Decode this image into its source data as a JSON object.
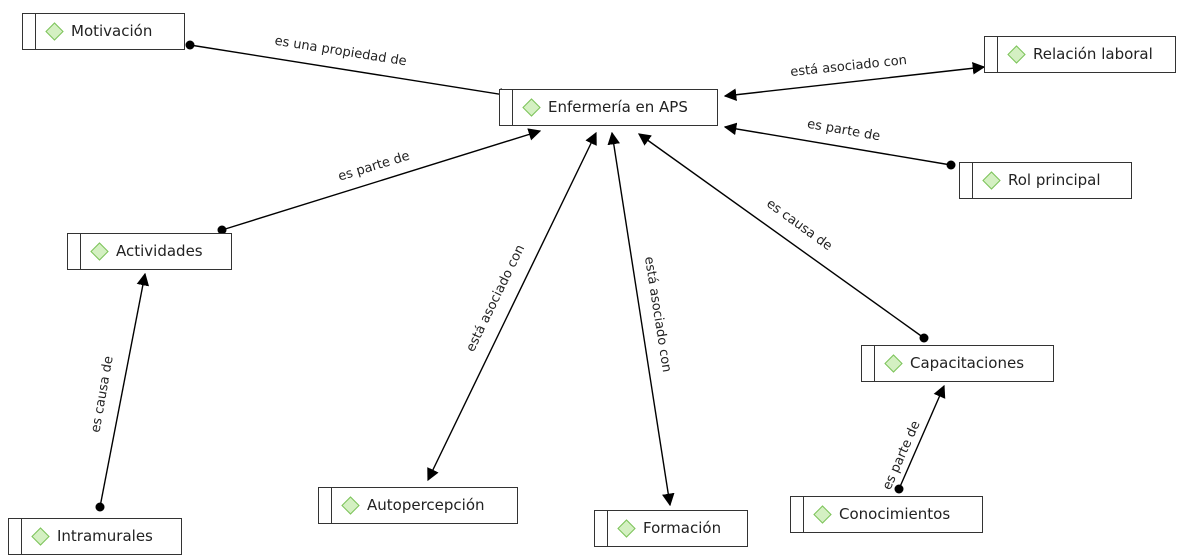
{
  "concepts": [
    {
      "key": "motivacion",
      "label": "Motivación"
    },
    {
      "key": "enfermeria",
      "label": "Enfermería en APS"
    },
    {
      "key": "relacion",
      "label": "Relación laboral"
    },
    {
      "key": "rol",
      "label": "Rol principal"
    },
    {
      "key": "actividades",
      "label": "Actividades"
    },
    {
      "key": "capacitaciones",
      "label": "Capacitaciones"
    },
    {
      "key": "autopercepcion",
      "label": "Autopercepción"
    },
    {
      "key": "formacion",
      "label": "Formación"
    },
    {
      "key": "conocimientos",
      "label": "Conocimientos"
    },
    {
      "key": "intramurales",
      "label": "Intramurales"
    }
  ],
  "relations": [
    {
      "label": "es una propiedad de"
    },
    {
      "label": "está asociado con"
    },
    {
      "label": "es parte de"
    },
    {
      "label": "es parte de"
    },
    {
      "label": "es causa de"
    },
    {
      "label": "está asociado con"
    },
    {
      "label": "está asociado con"
    },
    {
      "label": "es causa de"
    },
    {
      "label": "es parte de"
    }
  ],
  "colors": {
    "node_border": "#333333",
    "diamond_fill": "#d4f0c2",
    "diamond_stroke": "#7cc35a",
    "edge": "#000000"
  }
}
